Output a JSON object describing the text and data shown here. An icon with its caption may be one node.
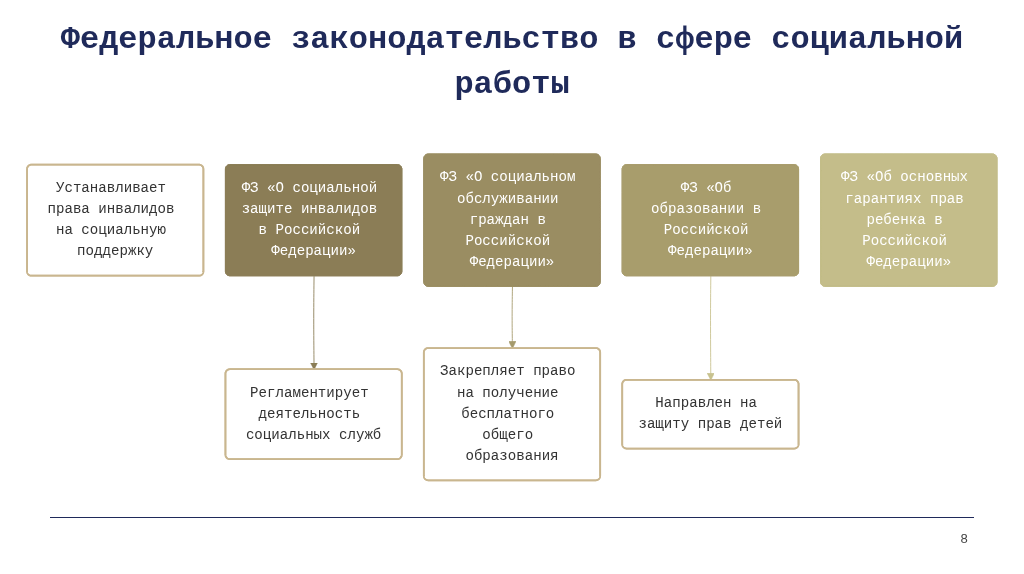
{
  "diagram": {
    "title": "Федеральное законодательство в сфере социальной работы",
    "nodes": [
      {
        "text": [
          "Устанавливает права инвалидов на социальную поддержку"
        ]
      },
      {
        "text": [
          "ФЗ «О социальной защите инвалидов в Российской Федерации»"
        ]
      },
      {
        "text": [
          "Регламентирует деятельность социальных служб"
        ]
      },
      {
        "text": [
          "ФЗ «О социальном обслуживании граждан в Российской Федерации»"
        ]
      },
      {
        "text": [
          "Закрепляет право на получение бесплатного общего образования"
        ]
      },
      {
        "text": [
          "ФЗ «Об образовании в Российской Федерации»"
        ]
      },
      {
        "text": [
          "Направлен на защиту прав детей"
        ]
      },
      {
        "text": [
          "ФЗ «Об основных гарантиях прав ребенка в Российской Федерации»"
        ]
      }
    ],
    "edges": [
      {
        "from": 1,
        "to": 2,
        "arrow": "to",
        "color": "#8b7d56"
      },
      {
        "from": 3,
        "to": 4,
        "arrow": "to",
        "color": "#a59a6c"
      },
      {
        "from": 5,
        "to": 6,
        "arrow": "to",
        "color": "#c8c28e"
      }
    ],
    "labels": [
      "8"
    ]
  }
}
